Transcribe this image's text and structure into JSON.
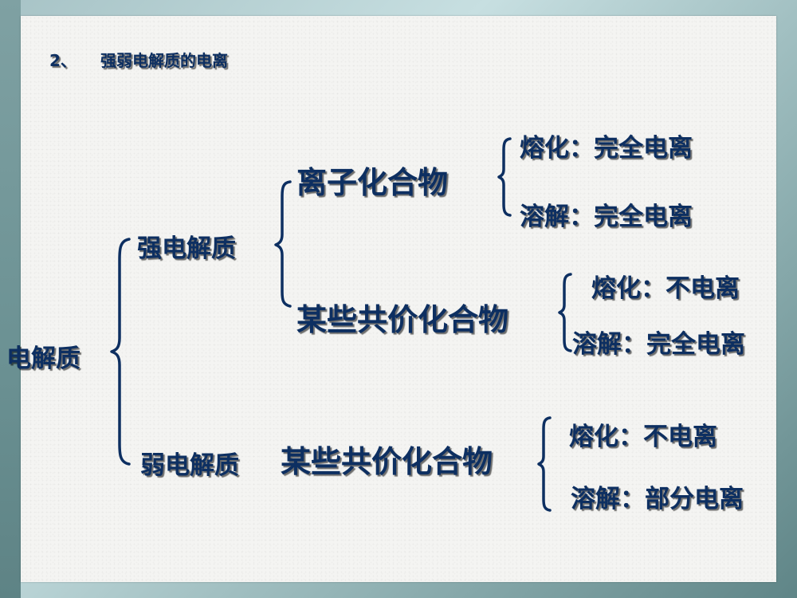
{
  "slide": {
    "heading_number": "2、",
    "heading_title": "强弱电解质的电离"
  },
  "root": {
    "label": "电解质"
  },
  "categories": [
    {
      "label": "强电解质",
      "compounds": [
        {
          "label": "离子化合物",
          "conditions": [
            {
              "label": "熔化：完全电离"
            },
            {
              "label": "溶解：完全电离"
            }
          ]
        },
        {
          "label": "某些共价化合物",
          "conditions": [
            {
              "label": "熔化：不电离"
            },
            {
              "label": "溶解：完全电离"
            }
          ]
        }
      ]
    },
    {
      "label": "弱电解质",
      "compounds": [
        {
          "label": "某些共价化合物",
          "conditions": [
            {
              "label": "熔化：不电离"
            },
            {
              "label": "溶解：部分电离"
            }
          ]
        }
      ]
    }
  ],
  "colors": {
    "text": "#0d2f61",
    "paper": "#f4f4f2",
    "frame": "#8fb0b2"
  }
}
